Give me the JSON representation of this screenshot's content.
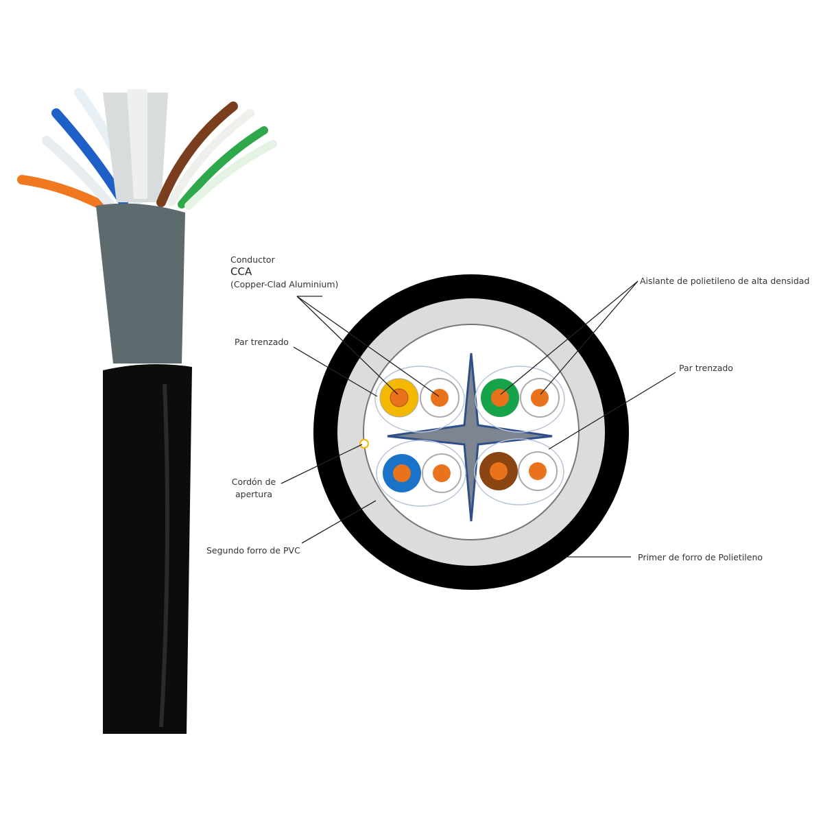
{
  "labels": {
    "conductor": "Conductor",
    "cca": "CCA",
    "cca_full": "(Copper-Clad Aluminium)",
    "par_trenzado_left": "Par trenzado",
    "cordon_1": "Cordón de",
    "cordon_2": "apertura",
    "segundo_forro": "Segundo forro de PVC",
    "aislante": "Aislante de polietileno de alta densidad",
    "par_trenzado_right": "Par trenzado",
    "primer_forro": "Primer de forro de Polietileno"
  },
  "colors": {
    "jacket_outer": "#0a0a0a",
    "jacket_inner": "#dcdcdc",
    "pair_orange": "#f5b800",
    "pair_green": "#17a34a",
    "pair_blue": "#1a73c8",
    "pair_brown": "#8b4513",
    "copper": "#e8731c",
    "separator": "#2f4f8a"
  }
}
